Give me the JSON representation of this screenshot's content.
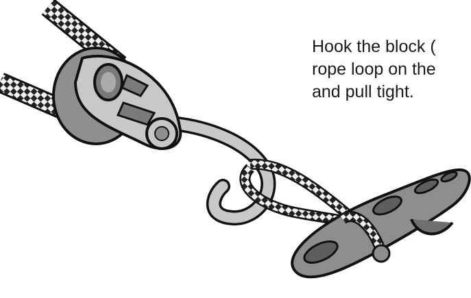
{
  "caption": {
    "line1": "Hook the block (",
    "line2": "rope loop on the",
    "line3": "and pull tight."
  },
  "illustration": {
    "items": [
      "pulley-block",
      "shackle-hook",
      "braided-rope",
      "rope-loop",
      "deck-cleat"
    ],
    "colors": {
      "outline": "#111111",
      "metal": "#c8c8c8",
      "metal_dark": "#8f8f8f",
      "cleat": "#8e8e8e",
      "cleat_dark": "#5e5e5e",
      "rope_dark": "#222222",
      "rope_light": "#f2f2f2"
    }
  }
}
